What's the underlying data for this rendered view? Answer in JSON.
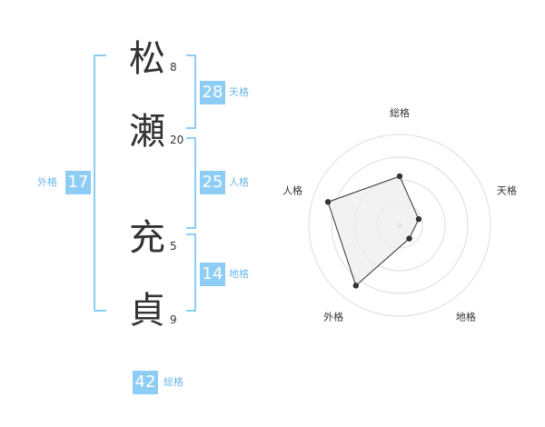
{
  "name": {
    "chars": [
      {
        "char": "松",
        "strokes": "8"
      },
      {
        "char": "瀬",
        "strokes": "20"
      },
      {
        "char": "充",
        "strokes": "5"
      },
      {
        "char": "貞",
        "strokes": "9"
      }
    ]
  },
  "fortunes": {
    "ten": {
      "value": "28",
      "label": "天格"
    },
    "jin": {
      "value": "25",
      "label": "人格"
    },
    "chi": {
      "value": "14",
      "label": "地格"
    },
    "gai": {
      "value": "17",
      "label": "外格"
    },
    "total": {
      "value": "42",
      "label": "総格"
    }
  },
  "colors": {
    "accent": "#8dcdf5",
    "accent_text": "#6ab8ea",
    "radar_fill": "#eeeeee",
    "grid": "#dddddd"
  },
  "chart_data": {
    "type": "radar",
    "axes": [
      "総格",
      "天格",
      "地格",
      "外格",
      "人格"
    ],
    "values": [
      0.54,
      0.22,
      0.18,
      0.82,
      0.83
    ],
    "rmax": 1,
    "rings": 4
  }
}
